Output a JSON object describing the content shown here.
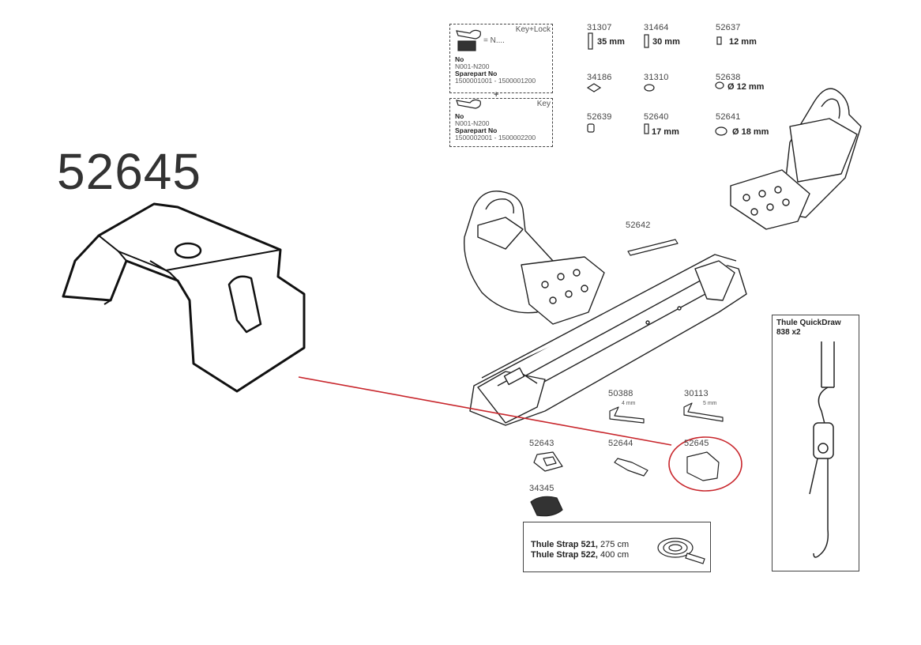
{
  "main_part": {
    "number": "52645"
  },
  "key_lock_box": {
    "top_label": "Key+Lock",
    "eq_label": "= N....",
    "no_label": "No",
    "no_range": "N001-N200",
    "sparepart_label": "Sparepart No",
    "sparepart_range": "1500001001 - 1500001200",
    "plus": "+"
  },
  "key_box": {
    "top_label": "Key",
    "no_label": "No",
    "no_range": "N001-N200",
    "sparepart_label": "Sparepart No",
    "sparepart_range": "1500002001 - 1500002200"
  },
  "parts": [
    {
      "number": "31307",
      "size": "35 mm"
    },
    {
      "number": "31464",
      "size": "30 mm"
    },
    {
      "number": "52637",
      "size": "12 mm"
    },
    {
      "number": "34186",
      "size": ""
    },
    {
      "number": "31310",
      "size": ""
    },
    {
      "number": "52638",
      "size": "Ø 12 mm"
    },
    {
      "number": "52639",
      "size": ""
    },
    {
      "number": "52640",
      "size": "17 mm"
    },
    {
      "number": "52641",
      "size": "Ø 18 mm"
    },
    {
      "number": "52642",
      "size": ""
    },
    {
      "number": "50388",
      "size": "4 mm"
    },
    {
      "number": "30113",
      "size": "5 mm"
    },
    {
      "number": "52643",
      "size": ""
    },
    {
      "number": "52644",
      "size": ""
    },
    {
      "number": "52645",
      "size": ""
    },
    {
      "number": "34345",
      "size": ""
    }
  ],
  "strap_box": {
    "line1_bold": "Thule Strap 521,",
    "line1_rest": " 275 cm",
    "line2_bold": "Thule Strap 522,",
    "line2_rest": " 400 cm"
  },
  "quickdraw_box": {
    "title_line1": "Thule QuickDraw",
    "title_line2": "838 x2"
  },
  "colors": {
    "highlight": "#c8262c",
    "line": "#222222"
  }
}
